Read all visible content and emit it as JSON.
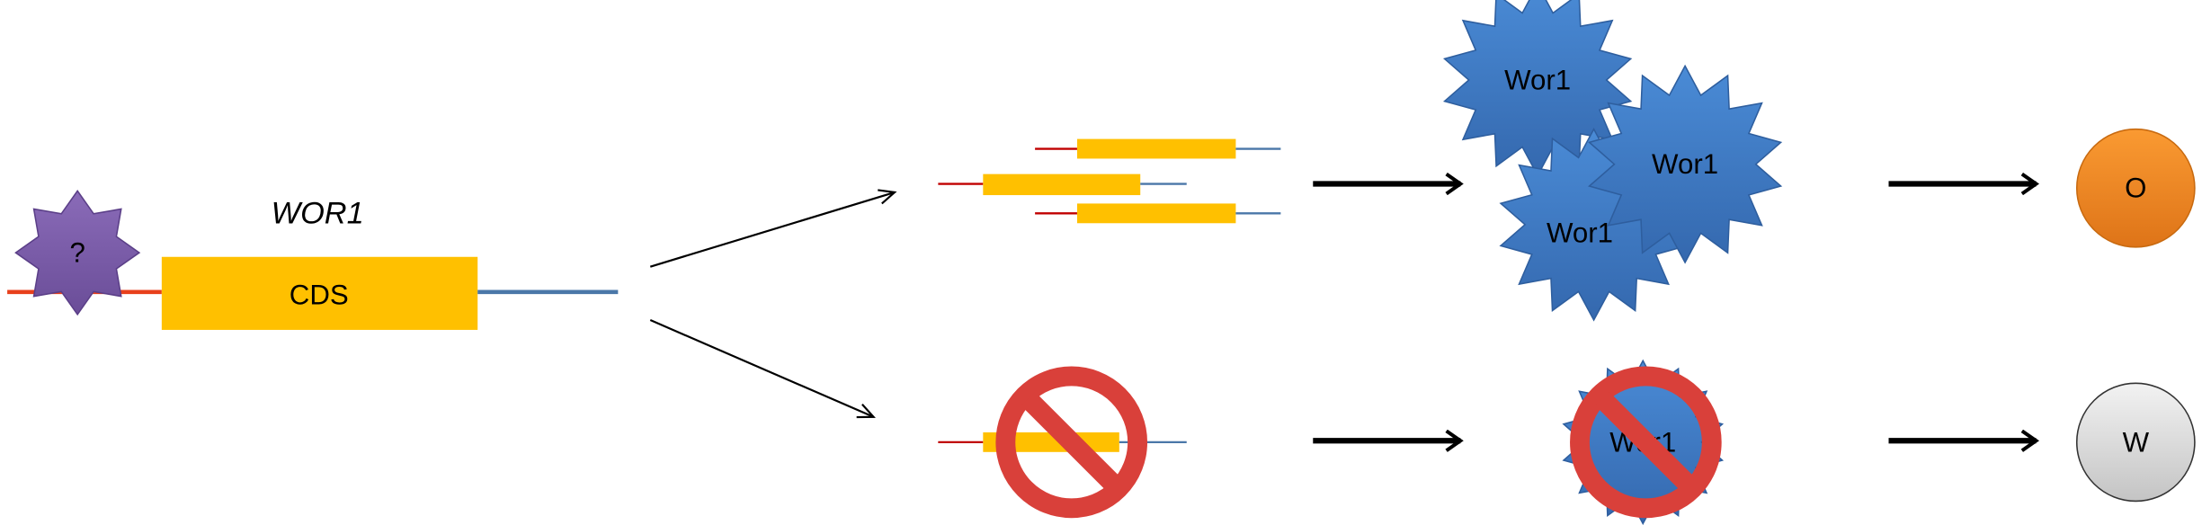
{
  "gene": {
    "name": "WOR1",
    "cds_label": "CDS",
    "regulator_label": "?"
  },
  "protein_label": "Wor1",
  "outcomes": {
    "top": "O",
    "bottom": "W"
  },
  "colors": {
    "cds": "#FFC000",
    "upstream": "#E8401C",
    "downstream": "#4A77A8",
    "protein": "#3F7FCB",
    "regulator": "#7B5BA8",
    "opaque": "#F0871E",
    "white": "#DADADA",
    "prohibit": "#D9403A"
  },
  "icons": [
    "star-regulator-icon",
    "no-symbol-icon",
    "arrow-right-icon"
  ]
}
